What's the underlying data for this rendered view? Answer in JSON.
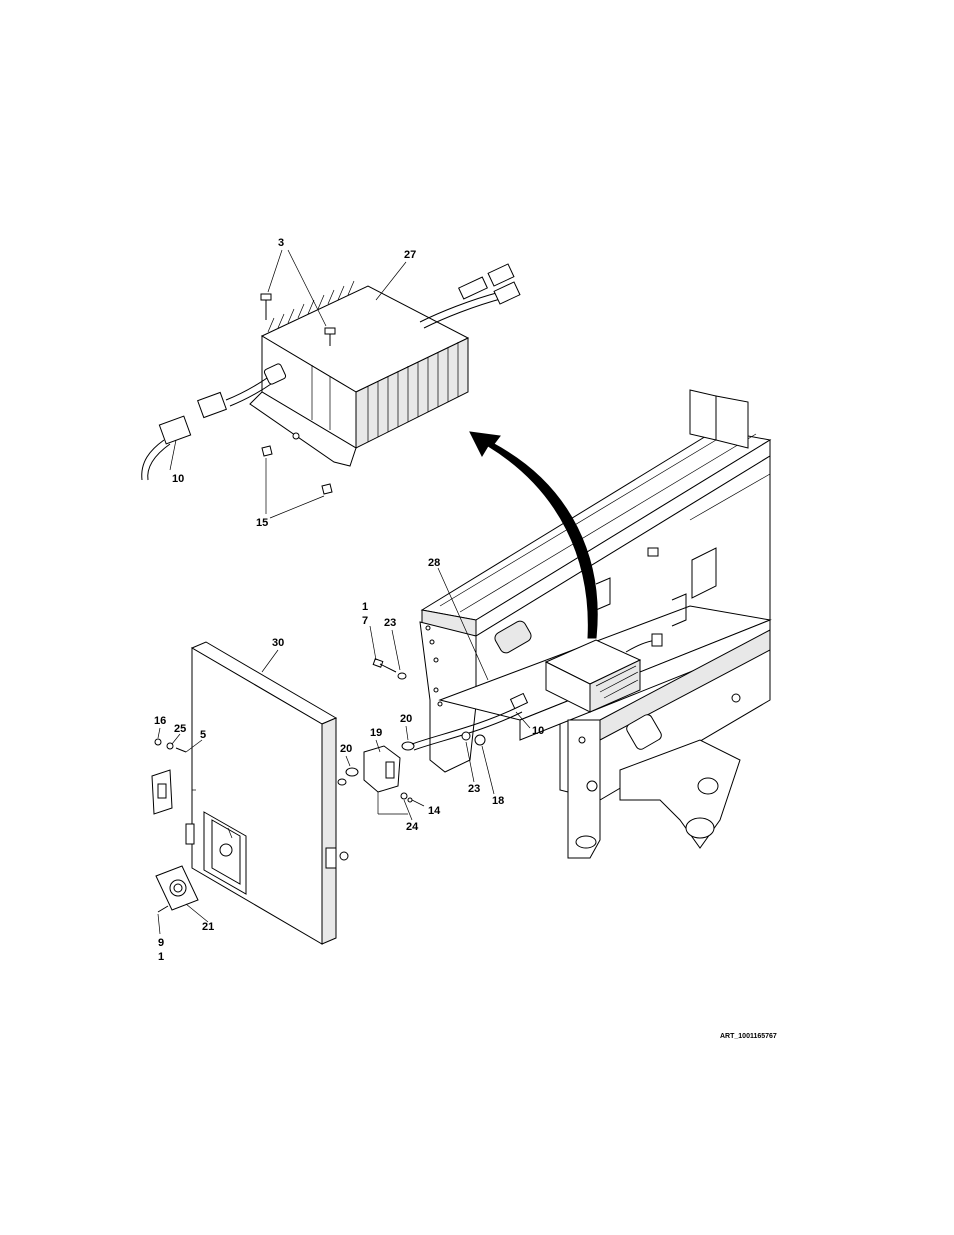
{
  "callouts": {
    "c3": "3",
    "c27": "27",
    "c10_top": "10",
    "c15": "15",
    "c28": "28",
    "c1_7_a": "1",
    "c1_7_b": "7",
    "c23_top": "23",
    "c30": "30",
    "c16": "16",
    "c25": "25",
    "c5": "5",
    "c19": "19",
    "c20_right": "20",
    "c20_left": "20",
    "c10_bottom": "10",
    "c23_bottom": "23",
    "c18": "18",
    "c14": "14",
    "c24": "24",
    "c21": "21",
    "c9_1_a": "9",
    "c9_1_b": "1"
  },
  "art_id": "ART_1001165767"
}
